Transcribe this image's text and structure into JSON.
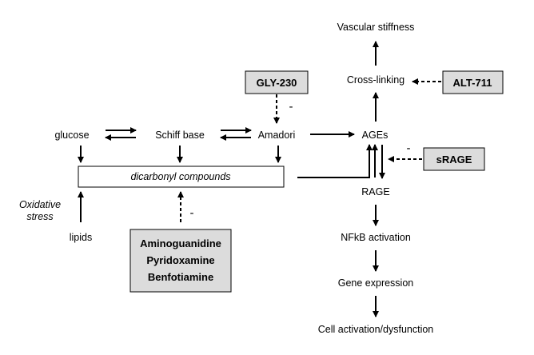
{
  "nodes": {
    "glucose": "glucose",
    "schiff_base": "Schiff base",
    "amadori": "Amadori",
    "ages": "AGEs",
    "dicarbonyl": "dicarbonyl compounds",
    "oxidative_line1": "Oxidative",
    "oxidative_line2": "stress",
    "lipids": "lipids",
    "rage": "RAGE",
    "nfkb": "NFkB activation",
    "gene_expression": "Gene expression",
    "cell_activation": "Cell activation/dysfunction",
    "cross_linking": "Cross-linking",
    "vascular_stiffness": "Vascular stiffness"
  },
  "inhibitors": {
    "gly230": "GLY-230",
    "alt711": "ALT-711",
    "srage": "sRAGE",
    "drugs": [
      "Aminoguanidine",
      "Pyridoxamine",
      "Benfotiamine"
    ]
  },
  "signs": {
    "gly230_minus": "-",
    "srage_minus": "-",
    "drugs_minus": "-"
  }
}
